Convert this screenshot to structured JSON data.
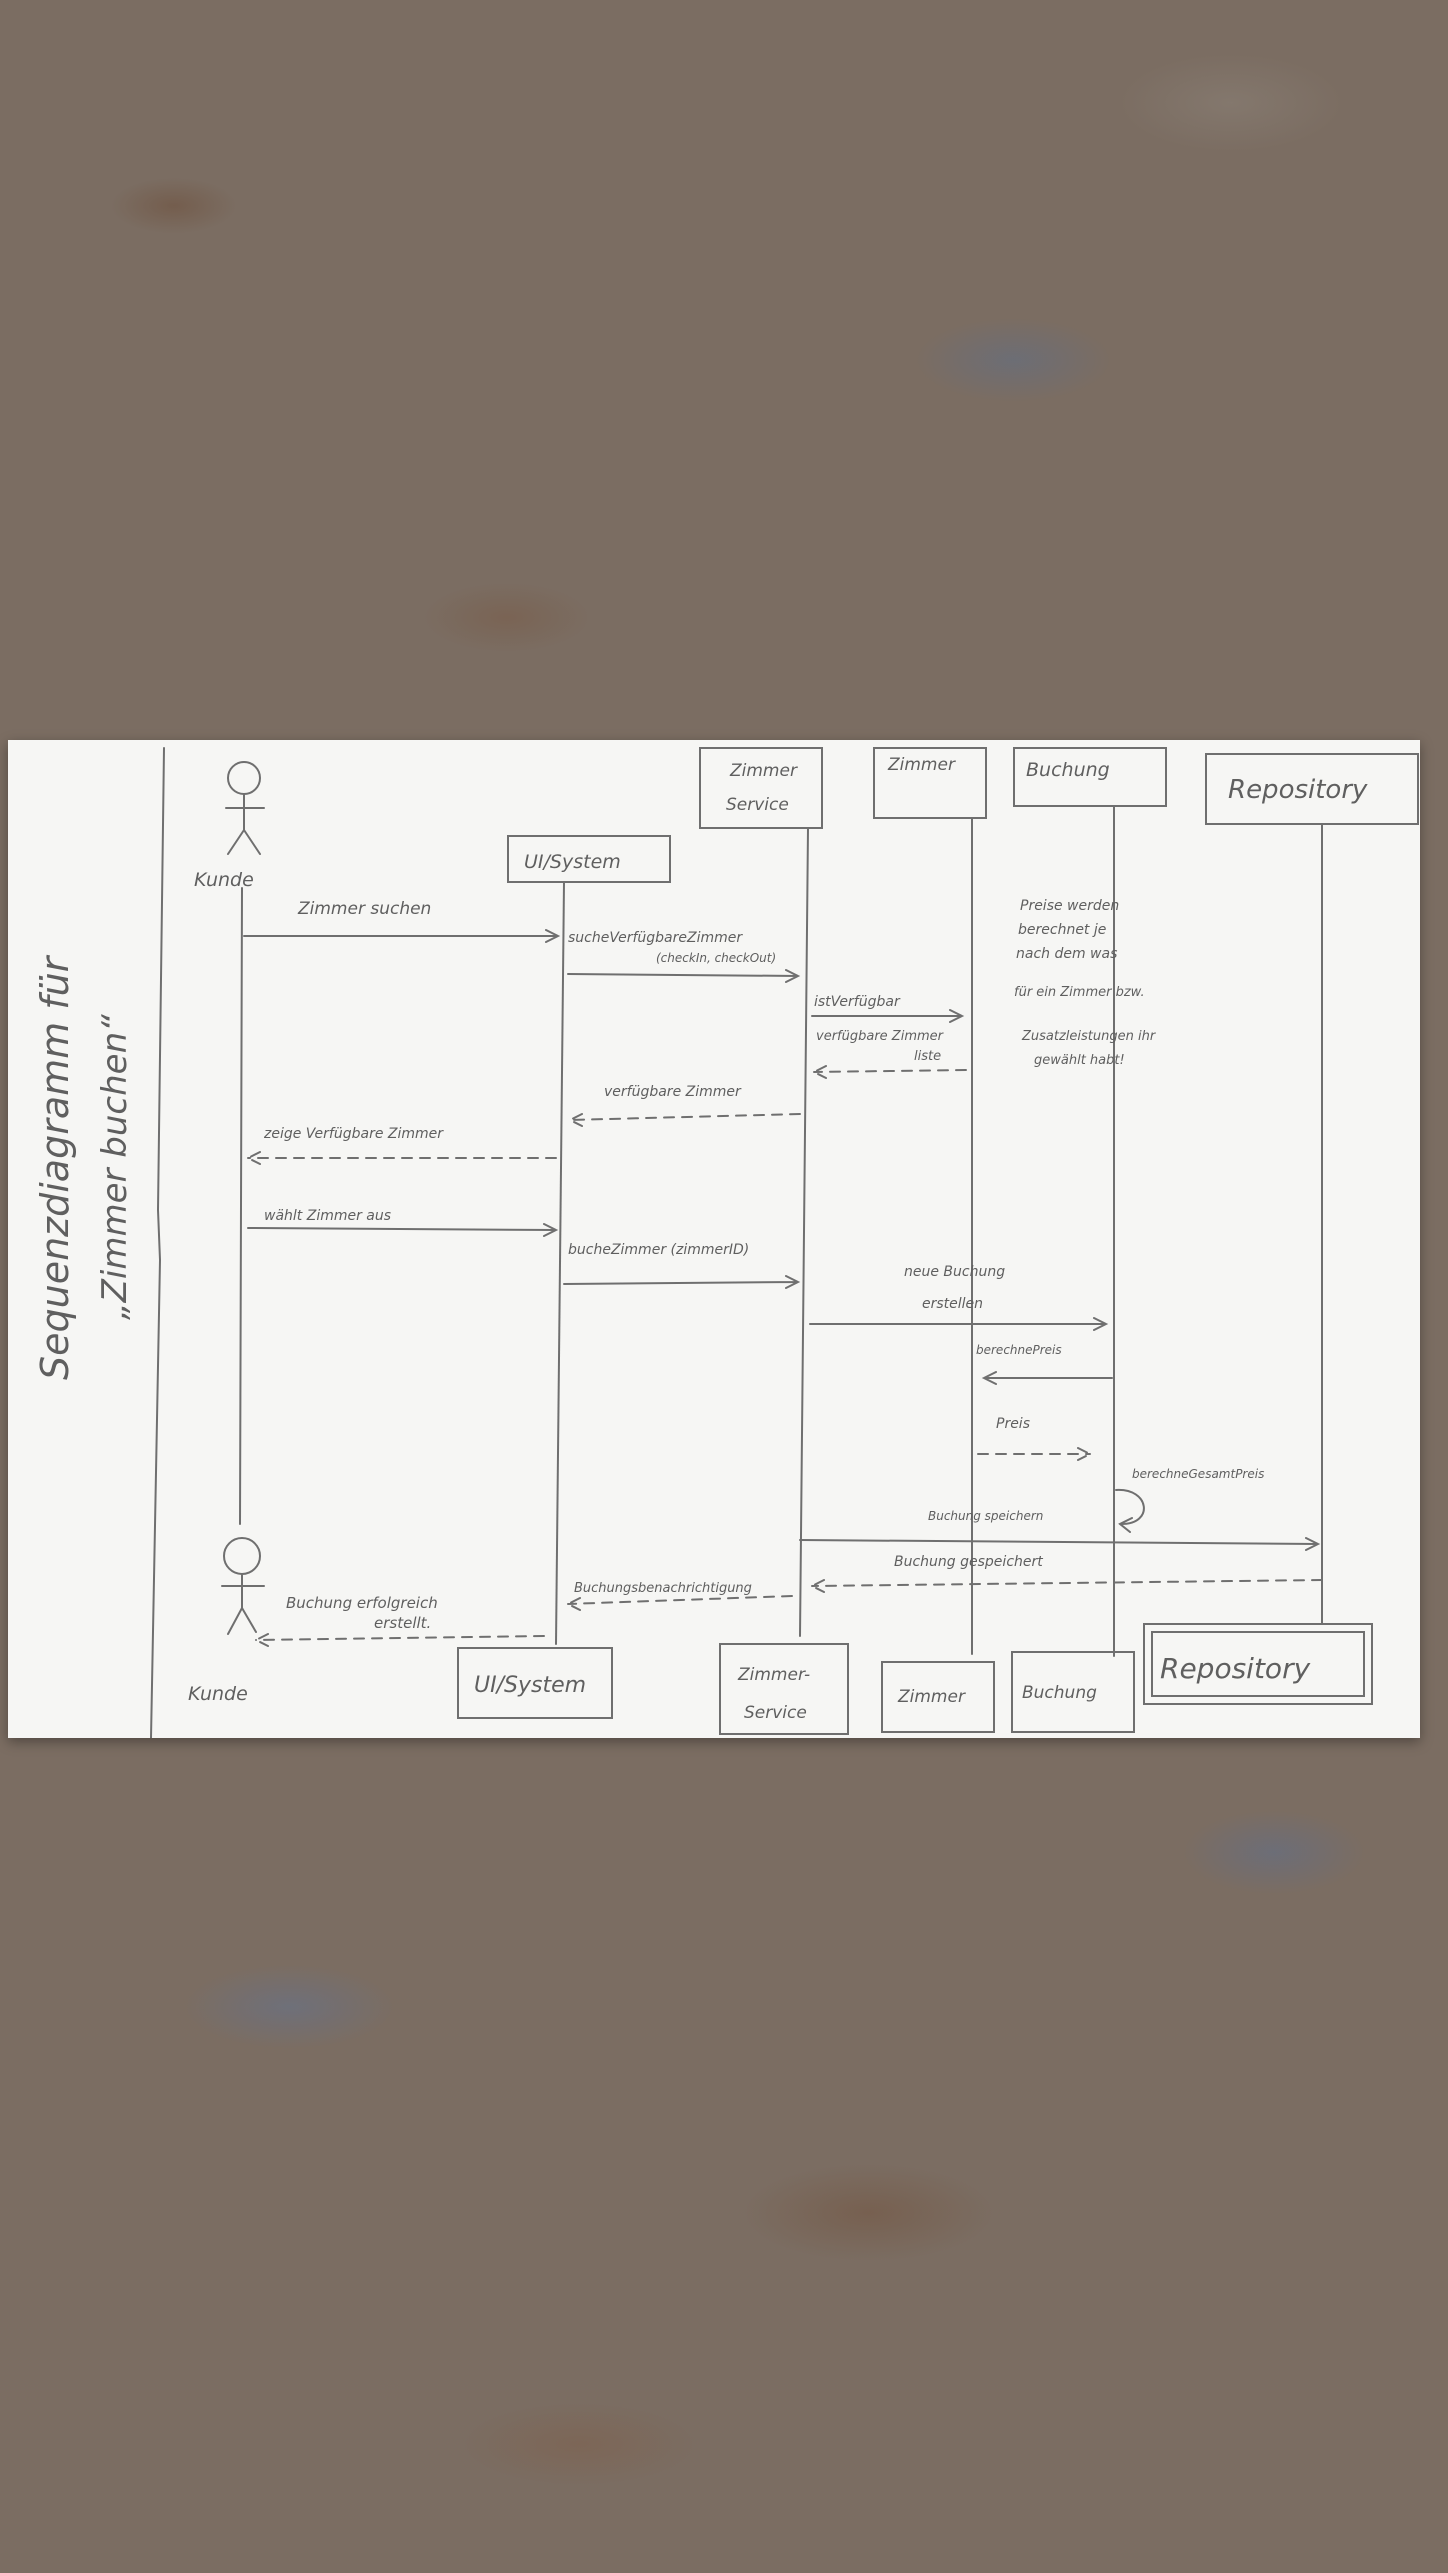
{
  "title_lines": [
    "Sequenzdiagramm für",
    "„Zimmer buchen“"
  ],
  "participants": {
    "kunde": "Kunde",
    "ui": "UI/System",
    "zimmer_service_top": [
      "Zimmer",
      "Service"
    ],
    "zimmer_service_bottom": [
      "Zimmer-",
      "Service"
    ],
    "zimmer": "Zimmer",
    "buchung_top": "Buchung",
    "buchung_bottom": "Buchung",
    "repository": "Repository"
  },
  "messages": {
    "m1": "Zimmer suchen",
    "m2a": "sucheVerfügbareZimmer",
    "m2b": "(checkIn, checkOut)",
    "m3": "istVerfügbar",
    "m4a": "verfügbare Zimmer",
    "m4b": "liste",
    "m5": "verfügbare Zimmer",
    "m6": "zeige Verfügbare Zimmer",
    "m7": "wählt Zimmer aus",
    "m8": "bucheZimmer (zimmerID)",
    "m9a": "neue Buchung",
    "m9b": "erstellen",
    "m10": "berechnePreis",
    "m11": "Preis",
    "m12": "berechneGesamtPreis",
    "m13": "Buchung speichern",
    "m14": "Buchung gespeichert",
    "m15": "Buchungsbenachrichtigung",
    "m16a": "Buchung erfolgreich",
    "m16b": "erstellt."
  },
  "note": [
    "Preise werden",
    "berechnet je",
    "nach dem was",
    "für ein Zimmer bzw.",
    "Zusatzleistungen ihr",
    "gewählt habt!"
  ],
  "colors": {
    "ink": "#6f6f6f",
    "paper": "#f6f6f4",
    "table": "#7b6d62"
  }
}
